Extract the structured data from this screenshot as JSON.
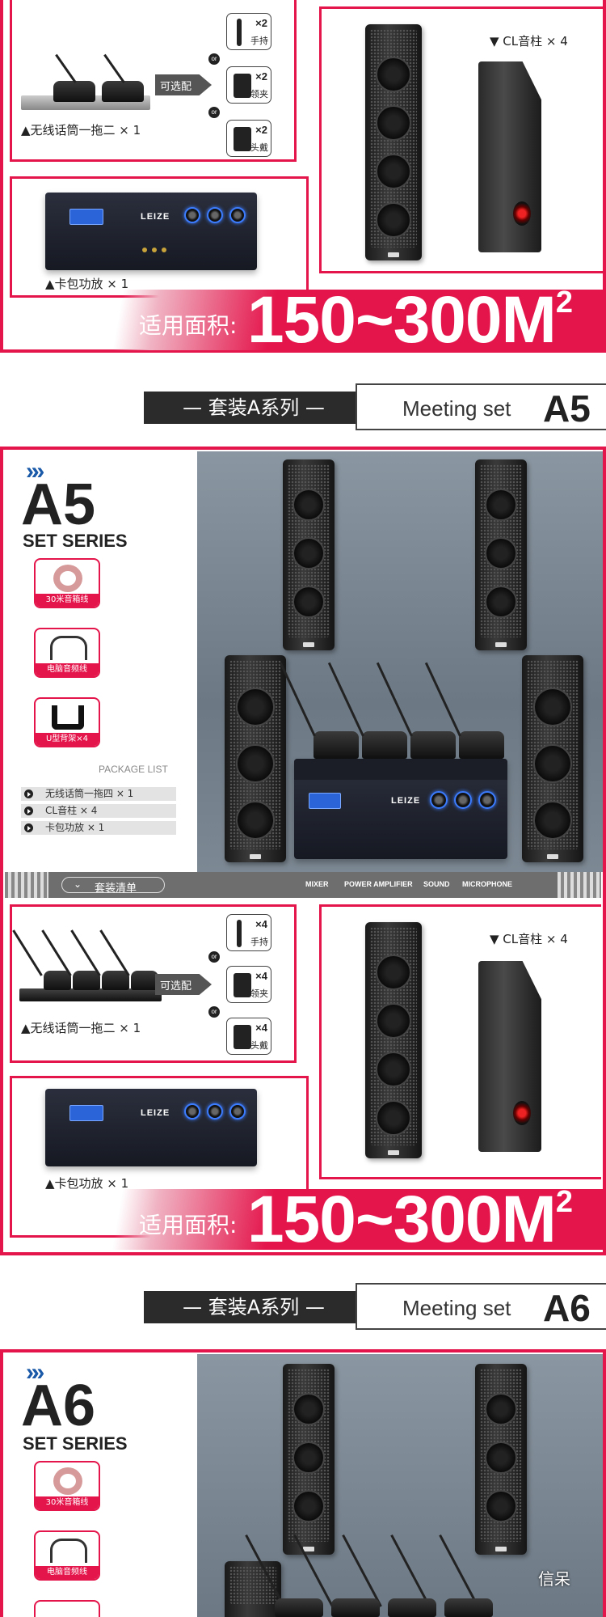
{
  "top_section": {
    "wireless_mic_label": "▲无线话筒一拖二 × 1",
    "optional_label": "可选配",
    "options": [
      {
        "qty": "×2",
        "label": "手持"
      },
      {
        "qty": "×2",
        "label": "领夹"
      },
      {
        "qty": "×2",
        "label": "头戴"
      }
    ],
    "or_text": "or",
    "speaker_label": "▼ CL音柱 × 4",
    "amp_label": "▲卡包功放 × 1",
    "area_label": "适用面积:",
    "area_value": "150~300M",
    "area_sup": "2"
  },
  "a5_header": {
    "left_text": "—  套装A系列  —",
    "meeting_set": "Meeting set",
    "code": "A5"
  },
  "a5_panel": {
    "model": "A5",
    "series": "SET SERIES",
    "accessories": [
      {
        "caption": "30米音箱线"
      },
      {
        "caption": "电脑音频线"
      },
      {
        "caption": "U型背架×4"
      }
    ],
    "package_list_title": "PACKAGE LIST",
    "package_items": [
      "无线话筒一拖四 × 1",
      "CL音柱 × 4",
      "卡包功放 × 1"
    ],
    "amp_brand": "LEIZE",
    "tab_label": "套装清单",
    "tab_links": [
      "MIXER",
      "POWER AMPLIFIER",
      "SOUND",
      "MICROPHONE"
    ]
  },
  "a5_detail": {
    "wireless_mic_label": "▲无线话筒一拖二 × 1",
    "optional_label": "可选配",
    "options": [
      {
        "qty": "×4",
        "label": "手持"
      },
      {
        "qty": "×4",
        "label": "领夹"
      },
      {
        "qty": "×4",
        "label": "头戴"
      }
    ],
    "or_text": "or",
    "speaker_label": "▼ CL音柱 × 4",
    "amp_label": "▲卡包功放 × 1",
    "area_label": "适用面积:",
    "area_value": "150~300M",
    "area_sup": "2"
  },
  "a6_header": {
    "left_text": "—  套装A系列  —",
    "meeting_set": "Meeting set",
    "code": "A6"
  },
  "a6_panel": {
    "model": "A6",
    "series": "SET SERIES",
    "accessories": [
      {
        "caption": "30米音箱线"
      },
      {
        "caption": "电脑音频线"
      }
    ],
    "watermark": "信呆"
  },
  "colors": {
    "accent": "#e4154b",
    "dark": "#2b2b2b",
    "panel_bg": "#7b8792"
  }
}
